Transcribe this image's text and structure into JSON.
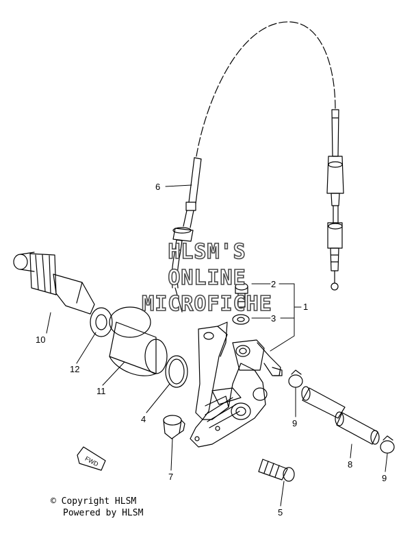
{
  "callouts": {
    "c1": "1",
    "c2": "2",
    "c3": "3",
    "c4": "4",
    "c5": "5",
    "c6": "6",
    "c7": "7",
    "c8": "8",
    "c9a": "9",
    "c9b": "9",
    "c10": "10",
    "c11": "11",
    "c12": "12"
  },
  "fwd_label": "FWD",
  "watermark": {
    "line1": "HLSM'S",
    "line2": "ONLINE",
    "line3": "MICROFICHE"
  },
  "footer": {
    "copyright": "© Copyright HLSM",
    "powered": "Powered by HLSM"
  },
  "colors": {
    "line": "#000000",
    "watermark_outline": "#4a4a4a",
    "background": "#ffffff"
  }
}
